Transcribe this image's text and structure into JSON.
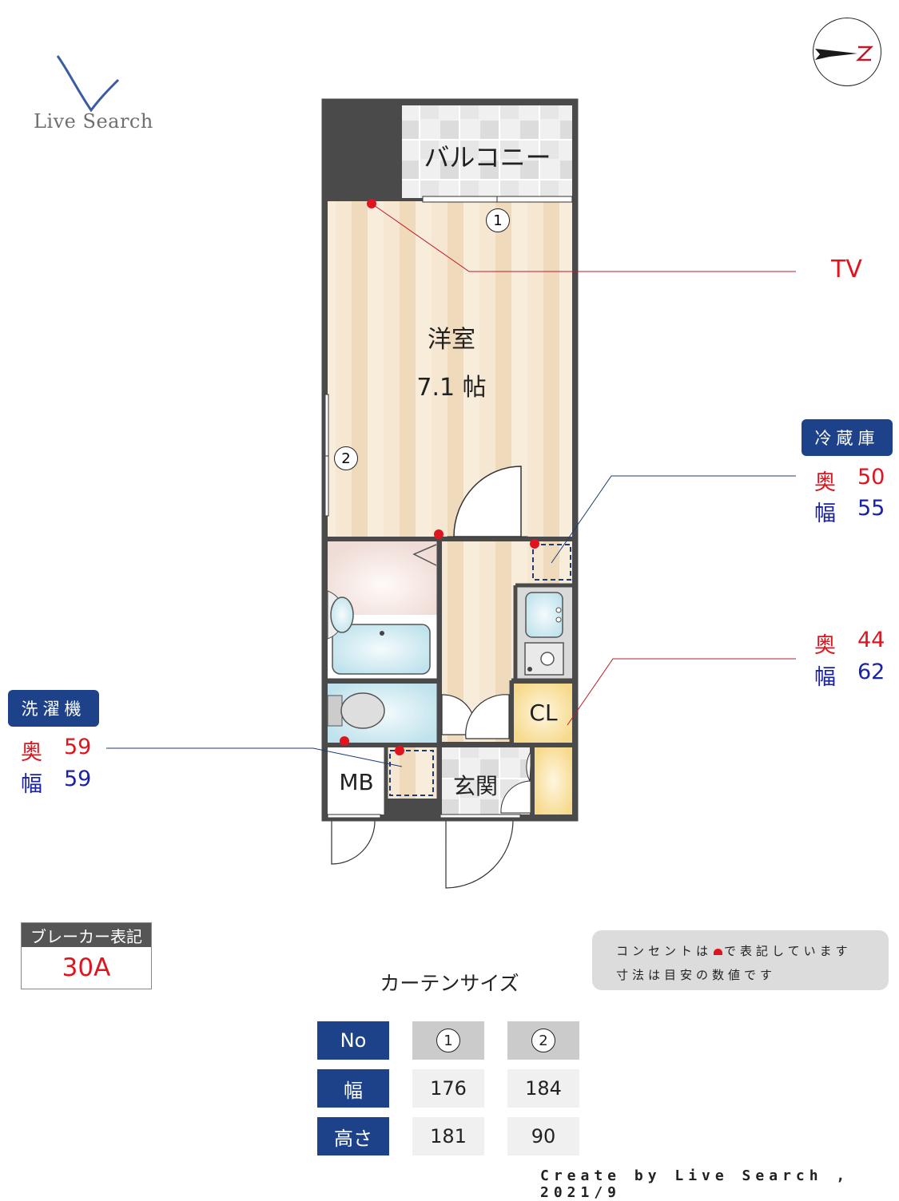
{
  "logo": {
    "text": "Live Search",
    "color": "#3b5ba4"
  },
  "compass": {
    "label": "N",
    "icon": "north-arrow-icon"
  },
  "rooms": {
    "balcony": "バルコニー",
    "western_room": "洋室",
    "western_room_size": "7.1 帖",
    "closet": "CL",
    "meter_box": "MB",
    "entrance": "玄関"
  },
  "window_markers": {
    "w1": "1",
    "w2": "2"
  },
  "callouts": {
    "tv": {
      "label": "TV"
    },
    "refrigerator": {
      "title": "冷蔵庫",
      "depth_label": "奥",
      "depth": "50",
      "width_label": "幅",
      "width": "55"
    },
    "closet_dims": {
      "depth_label": "奥",
      "depth": "44",
      "width_label": "幅",
      "width": "62"
    },
    "washing_machine": {
      "title": "洗濯機",
      "depth_label": "奥",
      "depth": "59",
      "width_label": "幅",
      "width": "59"
    }
  },
  "breaker": {
    "title": "ブレーカー表記",
    "value": "30A"
  },
  "note": {
    "line1_a": "コンセントは",
    "line1_b": "で表記しています",
    "line2": "寸法は目安の数値です"
  },
  "curtain": {
    "title": "カーテンサイズ",
    "headers": [
      "No",
      "幅",
      "高さ"
    ],
    "columns": [
      {
        "no": "1",
        "width": "176",
        "height": "181"
      },
      {
        "no": "2",
        "width": "184",
        "height": "90"
      }
    ]
  },
  "footer": {
    "text": "Create by Live Search , 2021/9"
  },
  "colors": {
    "accent_blue": "#1d4289",
    "outlet_red": "#e0141e",
    "dim_blue": "#1a22a6",
    "wall": "#4a4a4a"
  }
}
